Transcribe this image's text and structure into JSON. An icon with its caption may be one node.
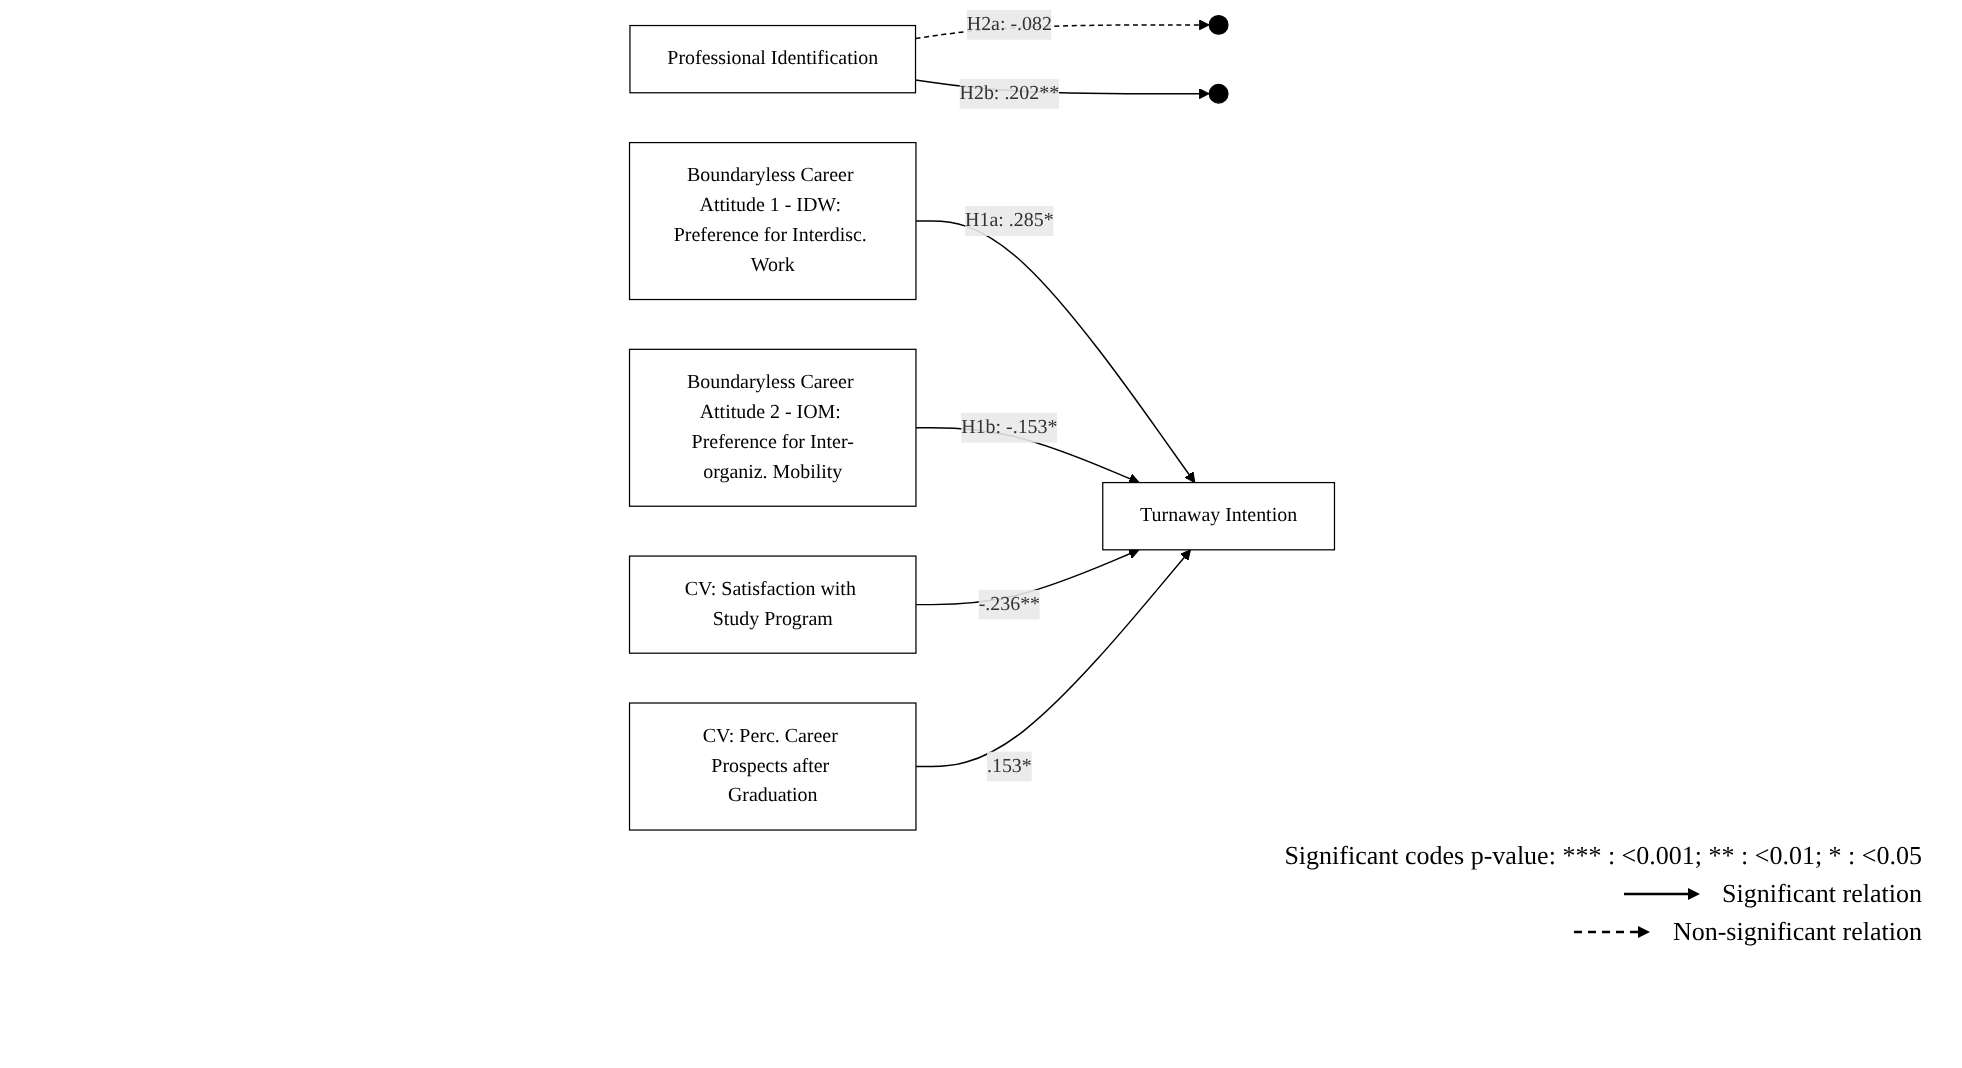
{
  "diagram": {
    "nodes": [
      {
        "text": [
          "Professional Identification"
        ]
      },
      {
        "text": [
          "Boundaryless Career Attitude 1 - IDW: Preference for Interdisc. Work"
        ]
      },
      {
        "text": [
          "CV: Satisfaction with Study Program"
        ]
      },
      {
        "text": [
          "Turnaway Intention"
        ]
      },
      {
        "text": [
          "Boundaryless Career Attitude 2 - IOM: Preference for Inter-organiz. Mobility"
        ]
      },
      {
        "text": [
          "CV: Perc. Career Prospects after Graduation"
        ]
      }
    ],
    "edges": [
      {
        "from": 1,
        "to": 3,
        "arrow": "to",
        "label": "H1a: .285*"
      },
      {
        "from": 4,
        "to": 3,
        "arrow": "to",
        "label": "H1b: -.153*"
      },
      {
        "from": 0,
        "to": null,
        "arrow": "to",
        "label": "H2a: -.082",
        "style": "dashed"
      },
      {
        "from": 0,
        "to": null,
        "arrow": "to",
        "label": "H2b: .202**"
      },
      {
        "from": 2,
        "to": 3,
        "arrow": "to",
        "label": "-.236**"
      },
      {
        "from": 5,
        "to": 3,
        "arrow": "to",
        "label": ".153*"
      }
    ],
    "labels": [
      "Significant codes p-value: *** : <0.001; ** : <0.01; * : <0.05"
    ],
    "legend": [
      {
        "text": "Significant relation"
      },
      {
        "text": "Non-significant relation"
      }
    ]
  }
}
